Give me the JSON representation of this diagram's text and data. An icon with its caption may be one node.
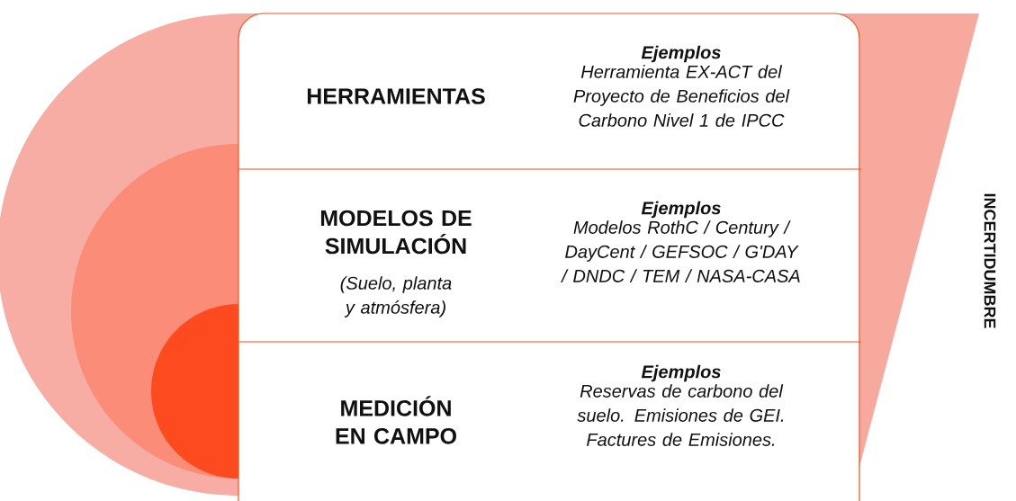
{
  "diagram": {
    "nodes": [
      {
        "text": [
          "HERRAMIENTAS",
          "Ejemplos",
          "Herramienta EX-ACT del Proyecto de Beneficios del Carbono Nivel 1 de IPCC"
        ]
      },
      {
        "text": [
          "MODELOS DE SIMULACIÓN",
          "(Suelo, planta y atmósfera)",
          "Ejemplos",
          "Modelos RothC / Century / DayCent / GEFSOC / G'DAY / DNDC / TEM / NASA-CASA"
        ]
      },
      {
        "text": [
          "MEDICIÓN EN CAMPO",
          "Ejemplos",
          "Reservas de carbono del suelo. Emisiones de GEI. Factures de Emisiones."
        ]
      }
    ],
    "labels": [
      "INCERTIDUMBRE"
    ]
  }
}
